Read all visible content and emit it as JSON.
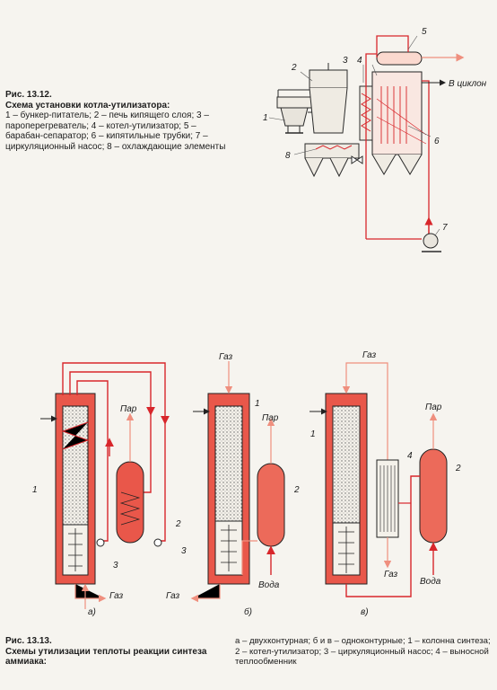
{
  "fig12": {
    "title": "Рис. 13.12.",
    "subtitle": "Схема установки котла-утилизатора:",
    "legend": "1 – бункер-питатель; 2 – печь кипящего слоя; 3 – пароперегреватель; 4 – котел-утилизатор; 5 – барабан-сепаратор; 6 – кипятильные трубки; 7 – циркуляционный насос; 8 – охлаждающие элементы",
    "cyclone_label": "В циклон",
    "numbers": [
      "1",
      "2",
      "3",
      "4",
      "5",
      "6",
      "7",
      "8"
    ]
  },
  "fig13": {
    "title": "Рис. 13.13.",
    "subtitle": "Схемы утилизации теплоты реакции синтеза аммиака:",
    "legend_right": "а – двухконтурная; б и в – одноконтурные; 1 – колонна синтеза; 2 – котел-утилизатор; 3 – циркуляционный насос; 4 – выносной теплообменник",
    "gas": "Газ",
    "steam": "Пар",
    "water": "Вода",
    "sub_a": "а)",
    "sub_b": "б)",
    "sub_c": "в)"
  },
  "colors": {
    "red": "#d8262b",
    "pink": "#ef8f7e",
    "light_red": "#f2b8a8",
    "line": "#2a2a2a"
  }
}
